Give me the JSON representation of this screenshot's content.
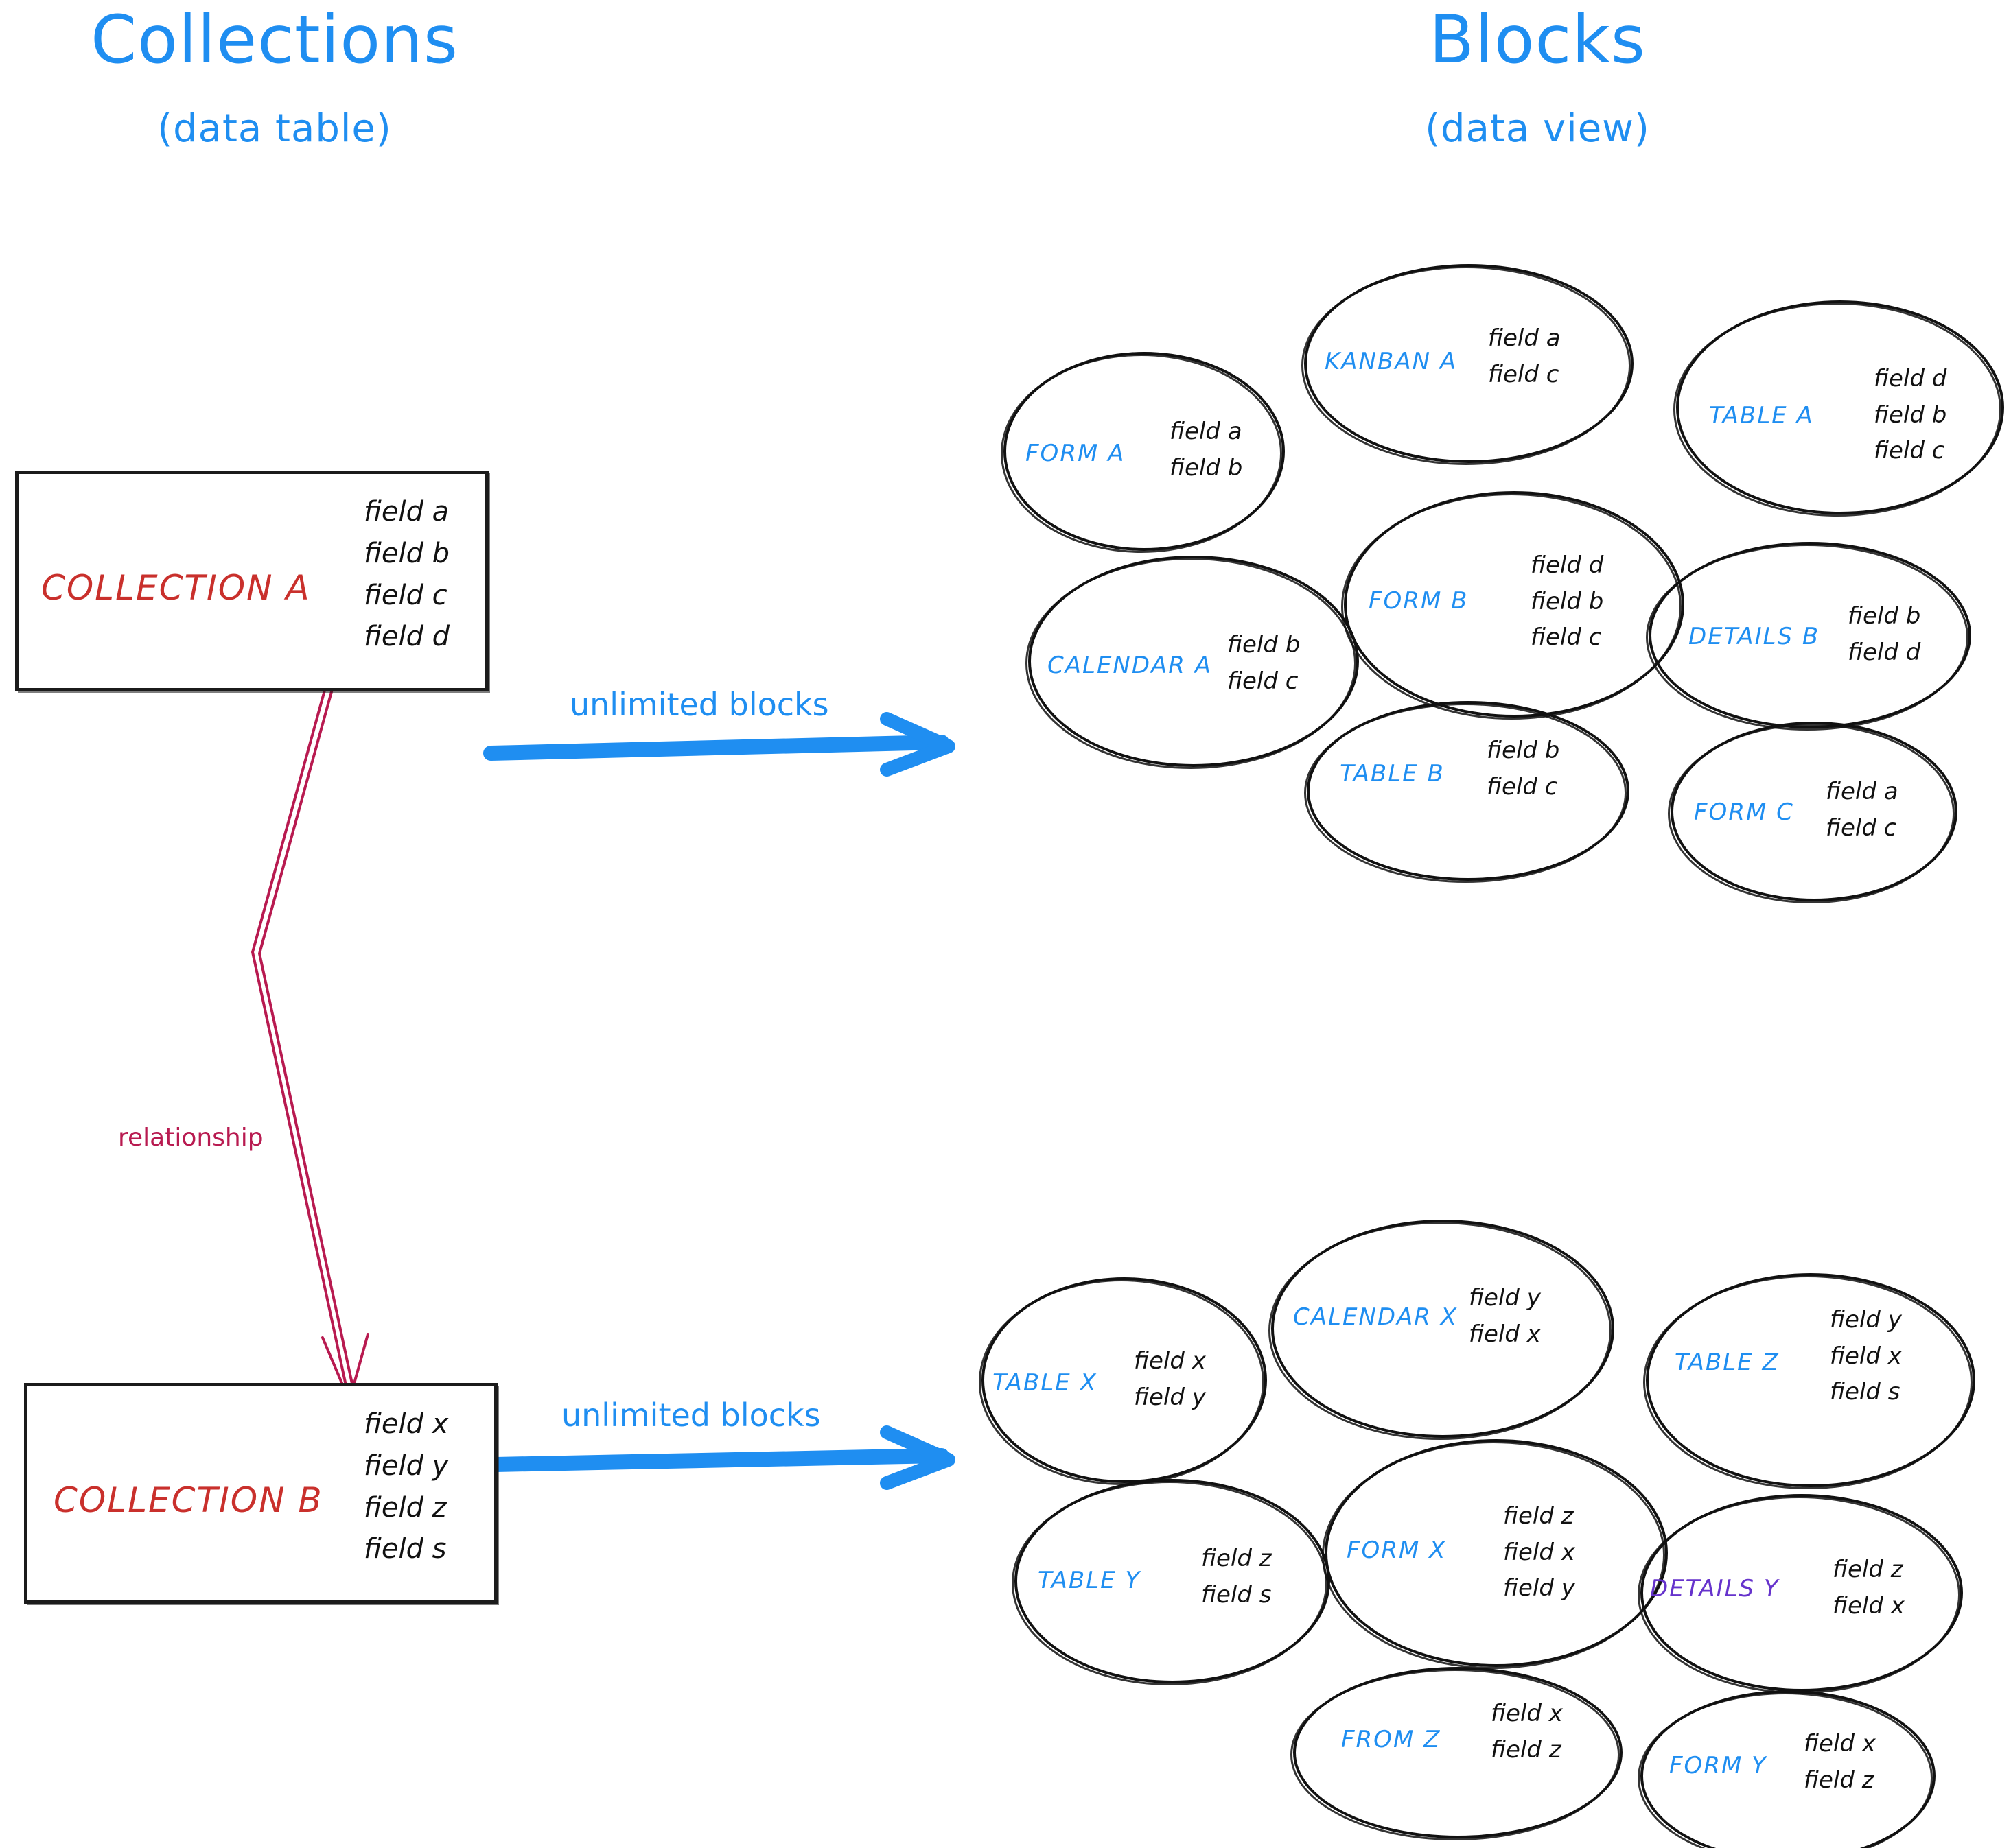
{
  "headings": {
    "left": {
      "title": "Collections",
      "subtitle": "(data table)"
    },
    "right": {
      "title": "Blocks",
      "subtitle": "(data view)"
    }
  },
  "colors": {
    "accent_blue": "#1f8ef1",
    "collection_red": "#c9302c",
    "relationship_crimson": "#b81a50",
    "details_purple": "#6633cc",
    "ink_black": "#111111"
  },
  "collections": [
    {
      "name": "COLLECTION A",
      "fields": [
        "field a",
        "field b",
        "field c",
        "field d"
      ],
      "arrow_label": "unlimited blocks"
    },
    {
      "name": "COLLECTION B",
      "fields": [
        "field x",
        "field y",
        "field z",
        "field s"
      ],
      "arrow_label": "unlimited blocks"
    }
  ],
  "relationship": {
    "label": "relationship"
  },
  "blocks_top": [
    {
      "name": "FORM A",
      "fields": [
        "field a",
        "field b"
      ],
      "color": "blue"
    },
    {
      "name": "KANBAN A",
      "fields": [
        "field a",
        "field c"
      ],
      "color": "blue"
    },
    {
      "name": "TABLE A",
      "fields": [
        "field d",
        "field b",
        "field c"
      ],
      "color": "blue"
    },
    {
      "name": "CALENDAR A",
      "fields": [
        "field b",
        "field c"
      ],
      "color": "blue"
    },
    {
      "name": "FORM B",
      "fields": [
        "field d",
        "field b",
        "field c"
      ],
      "color": "blue"
    },
    {
      "name": "DETAILS B",
      "fields": [
        "field b",
        "field d"
      ],
      "color": "blue"
    },
    {
      "name": "TABLE B",
      "fields": [
        "field b",
        "field c"
      ],
      "color": "blue"
    },
    {
      "name": "FORM C",
      "fields": [
        "field a",
        "field c"
      ],
      "color": "blue"
    }
  ],
  "blocks_bottom": [
    {
      "name": "TABLE X",
      "fields": [
        "field x",
        "field y"
      ],
      "color": "blue"
    },
    {
      "name": "CALENDAR X",
      "fields": [
        "field y",
        "field x"
      ],
      "color": "blue"
    },
    {
      "name": "TABLE Z",
      "fields": [
        "field y",
        "field x",
        "field s"
      ],
      "color": "blue"
    },
    {
      "name": "TABLE Y",
      "fields": [
        "field z",
        "field s"
      ],
      "color": "blue"
    },
    {
      "name": "FORM X",
      "fields": [
        "field z",
        "field x",
        "field y"
      ],
      "color": "blue"
    },
    {
      "name": "DETAILS Y",
      "fields": [
        "field z",
        "field x"
      ],
      "color": "purple"
    },
    {
      "name": "FROM Z",
      "fields": [
        "field x",
        "field z"
      ],
      "color": "blue"
    },
    {
      "name": "FORM Y",
      "fields": [
        "field x",
        "field z"
      ],
      "color": "blue"
    }
  ]
}
